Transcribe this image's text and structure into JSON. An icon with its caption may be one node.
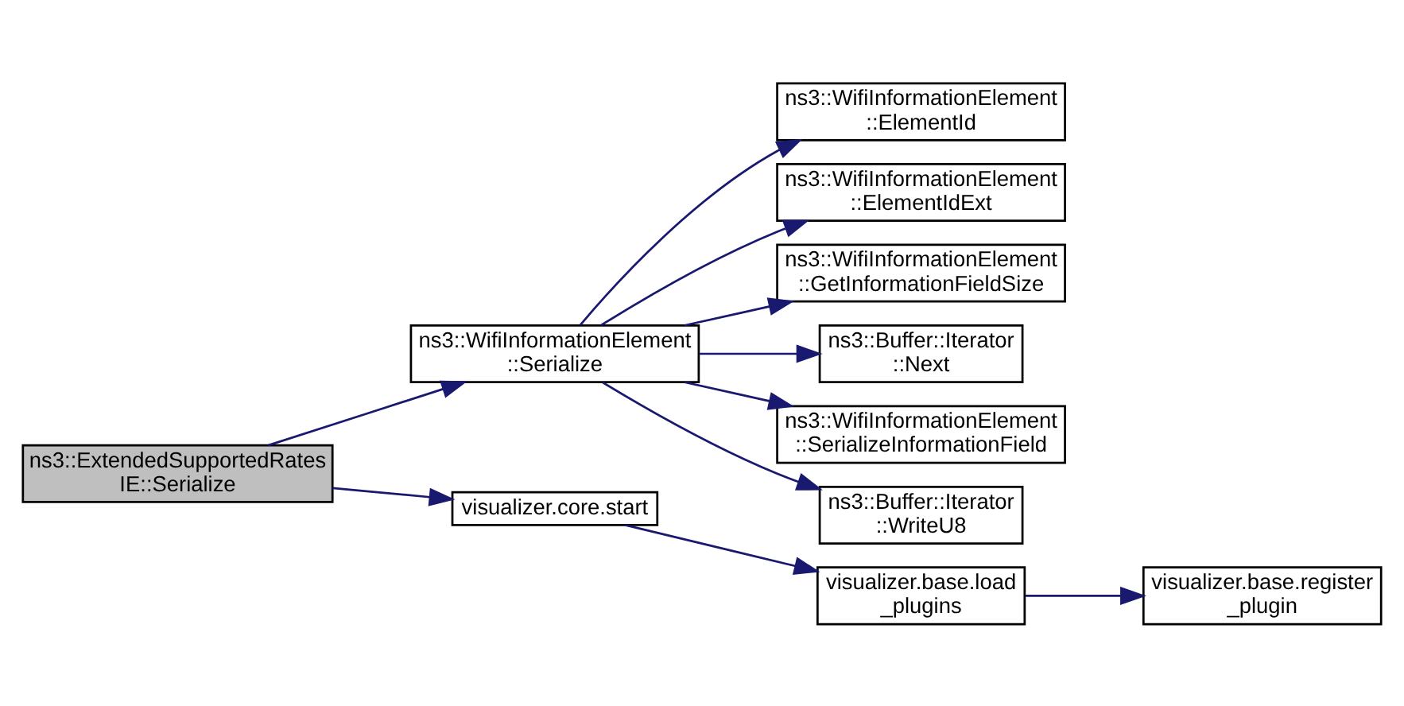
{
  "diagram": {
    "nodes": [
      {
        "text": [
          "ns3::ExtendedSupportedRates IE::Serialize"
        ]
      },
      {
        "text": [
          "ns3::WifiInformationElement ::Serialize"
        ]
      },
      {
        "text": [
          "visualizer.core.start"
        ]
      },
      {
        "text": [
          "ns3::WifiInformationElement ::ElementId"
        ]
      },
      {
        "text": [
          "ns3::WifiInformationElement ::ElementIdExt"
        ]
      },
      {
        "text": [
          "ns3::WifiInformationElement ::GetInformationFieldSize"
        ]
      },
      {
        "text": [
          "ns3::Buffer::Iterator ::Next"
        ]
      },
      {
        "text": [
          "ns3::WifiInformationElement ::SerializeInformationField"
        ]
      },
      {
        "text": [
          "ns3::Buffer::Iterator ::WriteU8"
        ]
      },
      {
        "text": [
          "visualizer.base.load _plugins"
        ]
      },
      {
        "text": [
          "visualizer.base.register _plugin"
        ]
      }
    ],
    "edges": [
      {
        "from": 0,
        "to": 1,
        "arrow": "to"
      },
      {
        "from": 0,
        "to": 2,
        "arrow": "to"
      },
      {
        "from": 1,
        "to": 3,
        "arrow": "to"
      },
      {
        "from": 1,
        "to": 4,
        "arrow": "to"
      },
      {
        "from": 1,
        "to": 5,
        "arrow": "to"
      },
      {
        "from": 1,
        "to": 6,
        "arrow": "to"
      },
      {
        "from": 1,
        "to": 7,
        "arrow": "to"
      },
      {
        "from": 1,
        "to": 8,
        "arrow": "to"
      },
      {
        "from": 2,
        "to": 9,
        "arrow": "to"
      },
      {
        "from": 9,
        "to": 10,
        "arrow": "to"
      }
    ]
  }
}
